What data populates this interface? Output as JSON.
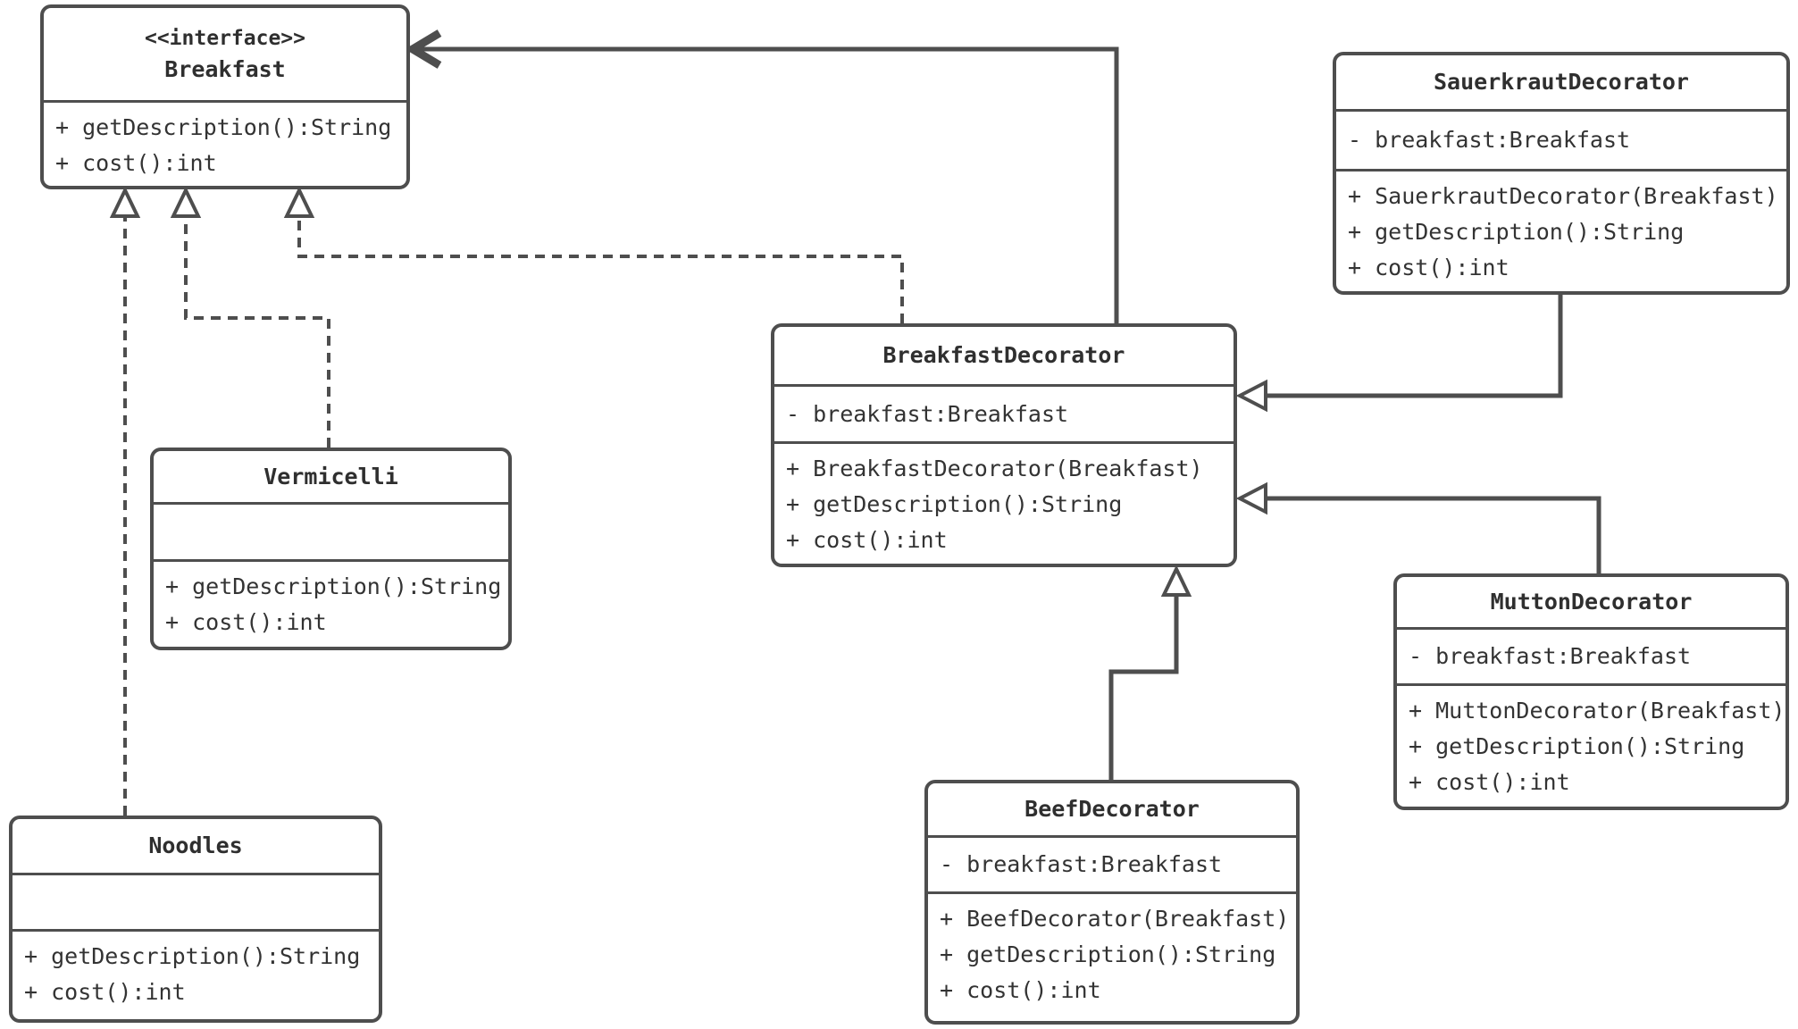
{
  "diagram": {
    "kind": "uml-class-diagram",
    "pattern": "Decorator (Breakfast)",
    "colors": {
      "background": "#ffffff",
      "stroke": "#4e4e4e",
      "text": "#333333"
    }
  },
  "classes": {
    "breakfast": {
      "stereotype": "<<interface>>",
      "name": "Breakfast",
      "attributes": [],
      "methods": [
        "+ getDescription():String",
        "+ cost():int"
      ]
    },
    "sauerkrautDecorator": {
      "name": "SauerkrautDecorator",
      "attributes": [
        "- breakfast:Breakfast"
      ],
      "methods": [
        "+ SauerkrautDecorator(Breakfast)",
        "+ getDescription():String",
        "+ cost():int"
      ]
    },
    "breakfastDecorator": {
      "name": "BreakfastDecorator",
      "attributes": [
        "- breakfast:Breakfast"
      ],
      "methods": [
        "+ BreakfastDecorator(Breakfast)",
        "+ getDescription():String",
        "+ cost():int"
      ]
    },
    "vermicelli": {
      "name": "Vermicelli",
      "attributes": [],
      "methods": [
        "+ getDescription():String",
        "+ cost():int"
      ]
    },
    "muttonDecorator": {
      "name": "MuttonDecorator",
      "attributes": [
        "- breakfast:Breakfast"
      ],
      "methods": [
        "+ MuttonDecorator(Breakfast)",
        "+ getDescription():String",
        "+ cost():int"
      ]
    },
    "beefDecorator": {
      "name": "BeefDecorator",
      "attributes": [
        "- breakfast:Breakfast"
      ],
      "methods": [
        "+ BeefDecorator(Breakfast)",
        "+ getDescription():String",
        "+ cost():int"
      ]
    },
    "noodles": {
      "name": "Noodles",
      "attributes": [],
      "methods": [
        "+ getDescription():String",
        "+ cost():int"
      ]
    }
  },
  "relationships": [
    {
      "from": "Noodles",
      "to": "Breakfast",
      "type": "realization",
      "line": "dashed",
      "arrowhead": "hollow-triangle"
    },
    {
      "from": "Vermicelli",
      "to": "Breakfast",
      "type": "realization",
      "line": "dashed",
      "arrowhead": "hollow-triangle"
    },
    {
      "from": "BreakfastDecorator",
      "to": "Breakfast",
      "type": "realization",
      "line": "dashed",
      "arrowhead": "hollow-triangle"
    },
    {
      "from": "BreakfastDecorator",
      "to": "Breakfast",
      "type": "directed-association",
      "line": "solid",
      "arrowhead": "open-chevron"
    },
    {
      "from": "SauerkrautDecorator",
      "to": "BreakfastDecorator",
      "type": "generalization",
      "line": "solid",
      "arrowhead": "hollow-triangle"
    },
    {
      "from": "MuttonDecorator",
      "to": "BreakfastDecorator",
      "type": "generalization",
      "line": "solid",
      "arrowhead": "hollow-triangle"
    },
    {
      "from": "BeefDecorator",
      "to": "BreakfastDecorator",
      "type": "generalization",
      "line": "solid",
      "arrowhead": "hollow-triangle"
    }
  ]
}
